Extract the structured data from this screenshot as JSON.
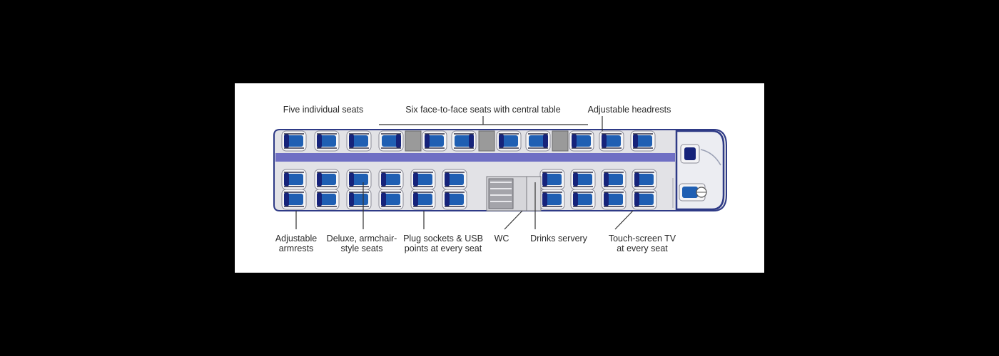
{
  "diagram": {
    "colors": {
      "background": "#000000",
      "panel": "#ffffff",
      "bus_body": "#e2e2e6",
      "bus_outline": "#2e3a86",
      "aisle": "#6f6fc4",
      "seat_blue": "#1f5fb3",
      "seat_dark": "#16237a",
      "table": "#9a9a9a",
      "leader_line": "#333333"
    },
    "labels": {
      "five_individual_seats": "Five individual seats",
      "six_face_to_face_seats": "Six face-to-face seats with central table",
      "adjustable_headrests": "Adjustable headrests",
      "adjustable_armrests": [
        "Adjustable",
        "armrests"
      ],
      "deluxe_armchair_seats": [
        "Deluxe, armchair-",
        "style seats"
      ],
      "plug_sockets_usb": [
        "Plug sockets & USB",
        "points at every seat"
      ],
      "wc": "WC",
      "drinks_servery": "Drinks servery",
      "touch_screen_tv": [
        "Touch-screen TV",
        "at every seat"
      ]
    },
    "icons": [
      "seat-icon",
      "table-icon",
      "wc-icon",
      "steering-wheel-icon",
      "driver-seat-icon"
    ]
  }
}
